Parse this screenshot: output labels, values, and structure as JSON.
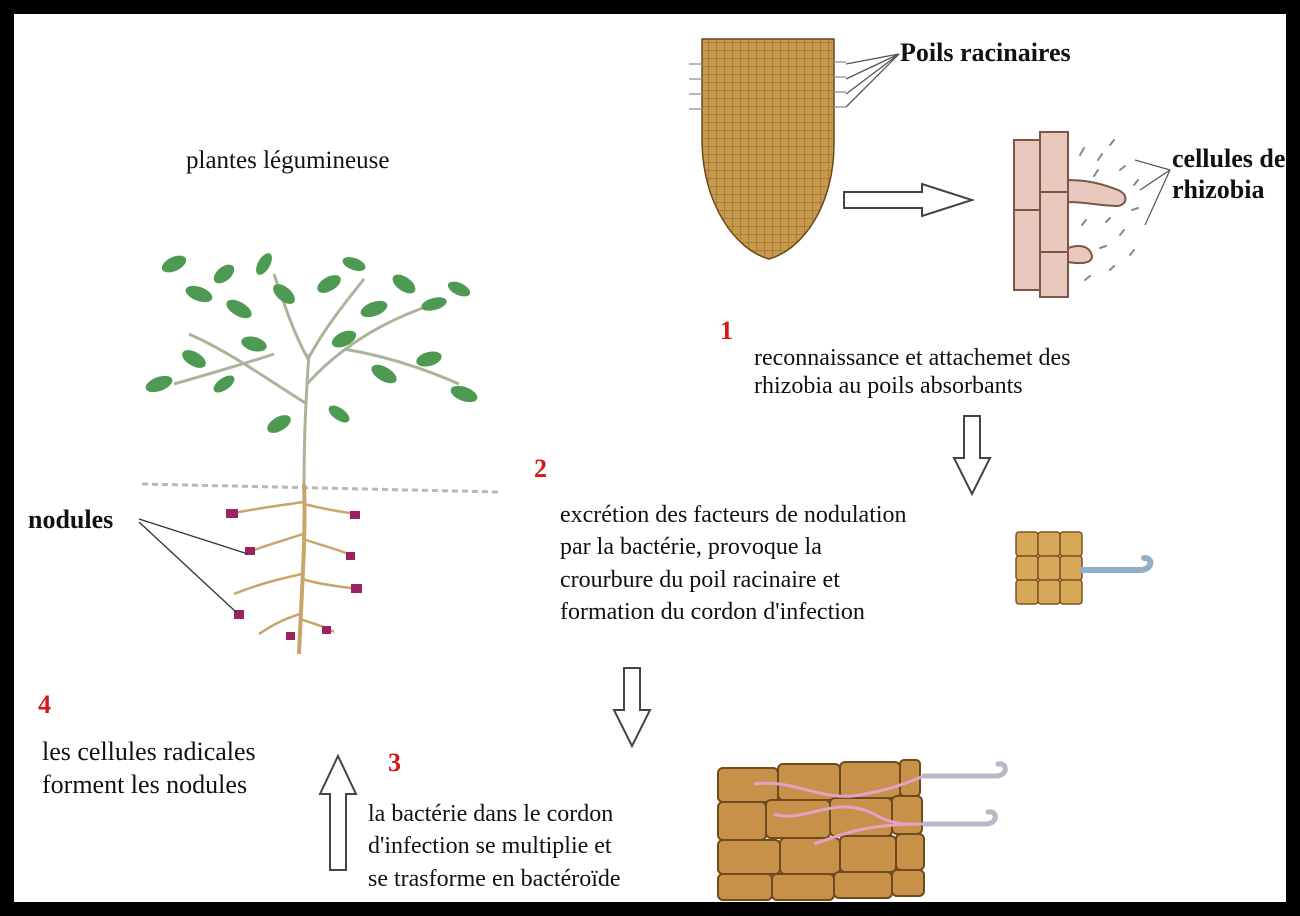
{
  "labels": {
    "plant_title": "plantes légumineuse",
    "root_hairs": "Poils racinaires",
    "rhizobia": "cellules de\nrhizobia",
    "nodules": "nodules"
  },
  "steps": [
    {
      "number": "1",
      "text": "reconnaissance et attachemet des\nrhizobia au poils absorbants"
    },
    {
      "number": "2",
      "text": "excrétion des facteurs de nodulation\npar la bactérie, provoque la\ncrourbure du poil racinaire et\nformation du cordon d'infection"
    },
    {
      "number": "3",
      "text": "la bactérie dans le cordon\nd'infection se multiplie et\nse trasforme en bactéroïde"
    },
    {
      "number": "4",
      "text": "les cellules radicales\nforment les nodules"
    }
  ],
  "colors": {
    "number": "#d01919",
    "leaf": "#4f9a52",
    "root": "#c9a56a",
    "nodule": "#9b2363",
    "root_tissue": "#c89a4e",
    "rhizobia_cell": "#e9c9be"
  }
}
